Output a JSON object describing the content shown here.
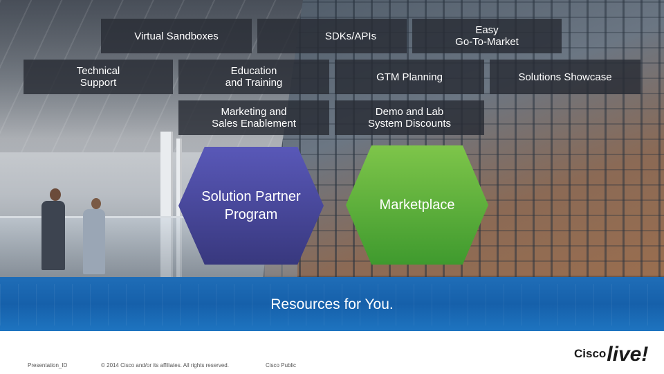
{
  "tiles": {
    "virtual_sandboxes": "Virtual Sandboxes",
    "sdks_apis": "SDKs/APIs",
    "easy_gtm": "Easy\nGo-To-Market",
    "technical_support": "Technical\nSupport",
    "education_training": "Education\nand Training",
    "gtm_planning": "GTM Planning",
    "solutions_showcase": "Solutions Showcase",
    "marketing_sales": "Marketing and\nSales Enablement",
    "demo_lab": "Demo and Lab\nSystem Discounts"
  },
  "hexagons": {
    "solution_partner": "Solution Partner\nProgram",
    "marketplace": "Marketplace"
  },
  "band": {
    "title": "Resources for You."
  },
  "footer": {
    "presentation_id": "Presentation_ID",
    "copyright": "© 2014 Cisco and/or its affiliates. All rights reserved.",
    "classification": "Cisco Public"
  },
  "logo": {
    "brand": "Cisco",
    "event": "live!"
  },
  "colors": {
    "tile_bg": "#282c34",
    "partner_hex": "#4b4aa3",
    "marketplace_hex": "#5db33a",
    "band_blue": "#1a67b2"
  }
}
